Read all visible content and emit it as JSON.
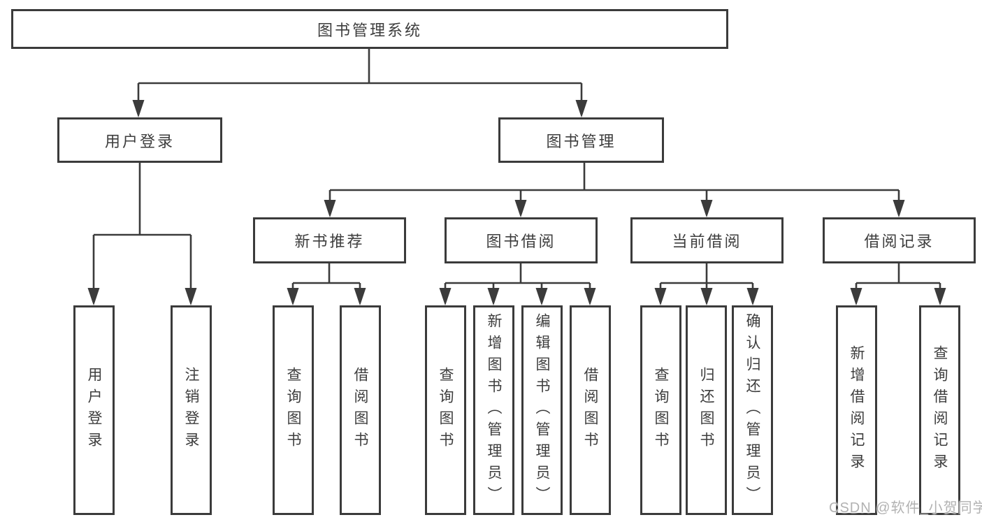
{
  "diagram": {
    "title": "图书管理系统",
    "colors": {
      "stroke": "#3b3b3b",
      "text": "#3d3d3d",
      "background": "#ffffff",
      "watermark": "#b2b2b2"
    },
    "nodes": {
      "root": {
        "label": "图书管理系统"
      },
      "user_login": {
        "label": "用户登录"
      },
      "book_mgmt": {
        "label": "图书管理"
      },
      "login": {
        "label": "用户登录"
      },
      "logout": {
        "label": "注销登录"
      },
      "new_book_rec": {
        "label": "新书推荐"
      },
      "book_borrow": {
        "label": "图书借阅"
      },
      "current_borrow": {
        "label": "当前借阅"
      },
      "borrow_records": {
        "label": "借阅记录"
      },
      "nbr_query_books": {
        "label": "查询图书"
      },
      "nbr_borrow_books": {
        "label": "借阅图书"
      },
      "bb_query_books": {
        "label": "查询图书"
      },
      "bb_add_books": {
        "label": "新增图书（管理员）"
      },
      "bb_edit_books": {
        "label": "编辑图书（管理员）"
      },
      "bb_borrow_books": {
        "label": "借阅图书"
      },
      "cb_query_books": {
        "label": "查询图书"
      },
      "cb_return_books": {
        "label": "归还图书"
      },
      "cb_confirm_return": {
        "label": "确认归还（管理员）"
      },
      "br_add_record": {
        "label": "新增借阅记录"
      },
      "br_query_record": {
        "label": "查询借阅记录"
      }
    },
    "edges": [
      "图书管理系统→用户登录",
      "图书管理系统→图书管理",
      "用户登录→用户登录",
      "用户登录→注销登录",
      "图书管理→新书推荐",
      "图书管理→图书借阅",
      "图书管理→当前借阅",
      "图书管理→借阅记录",
      "新书推荐→查询图书",
      "新书推荐→借阅图书",
      "图书借阅→查询图书",
      "图书借阅→新增图书（管理员）",
      "图书借阅→编辑图书（管理员）",
      "图书借阅→借阅图书",
      "当前借阅→查询图书",
      "当前借阅→归还图书",
      "当前借阅→确认归还（管理员）",
      "借阅记录→新增借阅记录",
      "借阅记录→查询借阅记录"
    ]
  },
  "watermark": {
    "text": "CSDN @软件_小贺同学"
  }
}
